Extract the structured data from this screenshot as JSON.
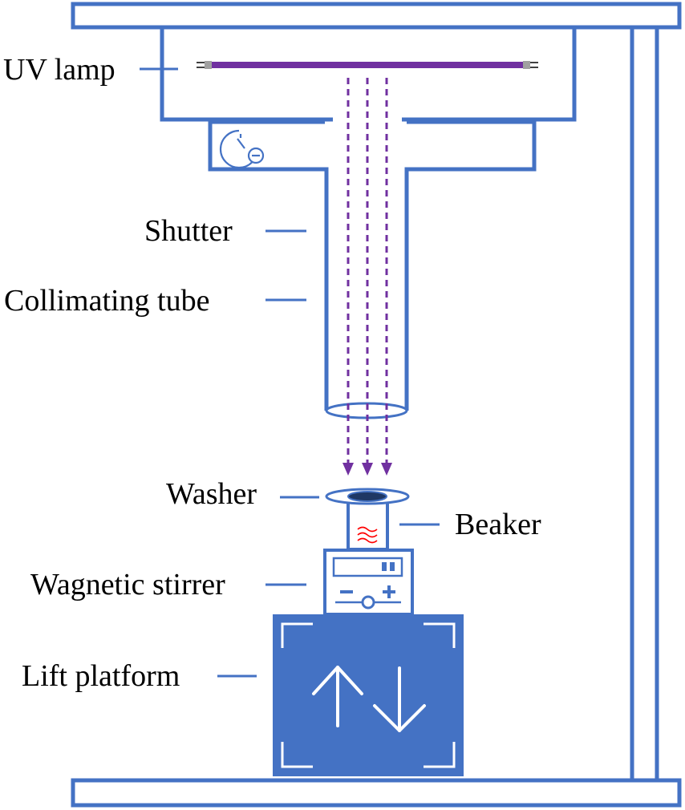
{
  "colors": {
    "frame": "#4472C4",
    "fill": "#4472C4",
    "lamp": "#7030A0",
    "beam": "#7030A0",
    "heat": "#FF0000",
    "lamp_end": "#A0A0A0",
    "text": "#000000"
  },
  "labels": {
    "uv_lamp": "UV lamp",
    "shutter": "Shutter",
    "collimating_tube": "Collimating tube",
    "washer": "Washer",
    "beaker": "Beaker",
    "magnetic_stirrer": "Wagnetic stirrer",
    "lift_platform": "Lift platform"
  },
  "icons": {
    "shutter_timer": "timer-icon",
    "lift_arrows": "up-down-arrows-icon"
  }
}
